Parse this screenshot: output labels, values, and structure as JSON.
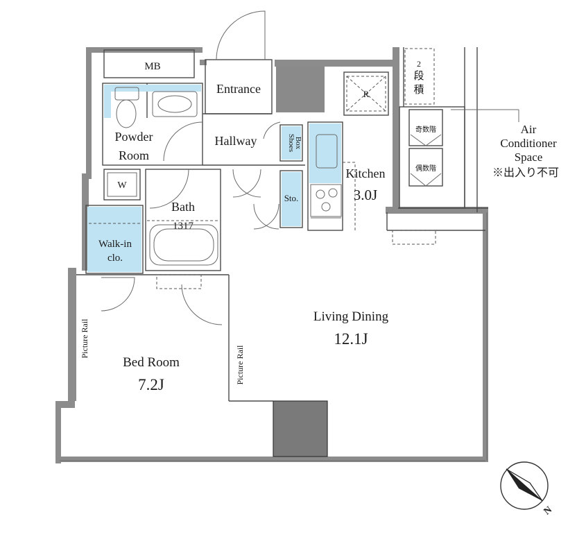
{
  "rooms": {
    "mb": "MB",
    "entrance": "Entrance",
    "powder_room_line1": "Powder",
    "powder_room_line2": "Room",
    "hallway": "Hallway",
    "shoes_box_line1": "Shoes",
    "shoes_box_line2": "Box",
    "storage": "Sto.",
    "washer": "W",
    "bath": "Bath",
    "bath_size": "1317",
    "walk_in_line1": "Walk-in",
    "walk_in_line2": "clo.",
    "kitchen": "Kitchen",
    "kitchen_size": "3.0J",
    "refrigerator": "R",
    "living_dining": "Living Dining",
    "living_dining_size": "12.1J",
    "bed_room": "Bed Room",
    "bed_room_size": "7.2J",
    "picture_rail_bed": "Picture Rail",
    "picture_rail_living": "Picture Rail"
  },
  "aircon": {
    "line1": "Air",
    "line2": "Conditioner",
    "line3": "Space",
    "note": "※出入り不可",
    "unit_odd": "奇数階",
    "unit_even": "偶数階",
    "stack_count": "2",
    "stack_char1": "段",
    "stack_char2": "積"
  },
  "compass": {
    "north": "N"
  }
}
